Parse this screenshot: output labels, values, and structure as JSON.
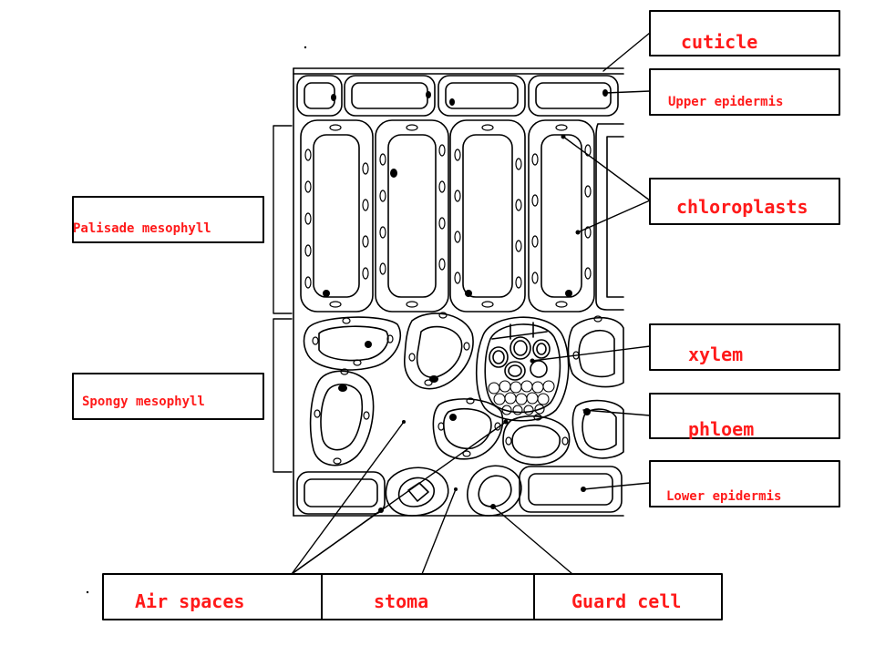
{
  "labels": {
    "cuticle": "cuticle",
    "upper_epidermis": "Upper epidermis",
    "chloroplasts": "chloroplasts",
    "palisade_mesophyll": "Palisade mesophyll",
    "spongy_mesophyll": "Spongy mesophyll",
    "xylem": "xylem",
    "phloem": "phloem",
    "lower_epidermis": "Lower epidermis",
    "air_spaces": "Air spaces",
    "stoma": "stoma",
    "guard_cell": "Guard cell"
  },
  "colors": {
    "label_text": "#ff1a1a",
    "outline": "#000000",
    "background": "#ffffff"
  }
}
